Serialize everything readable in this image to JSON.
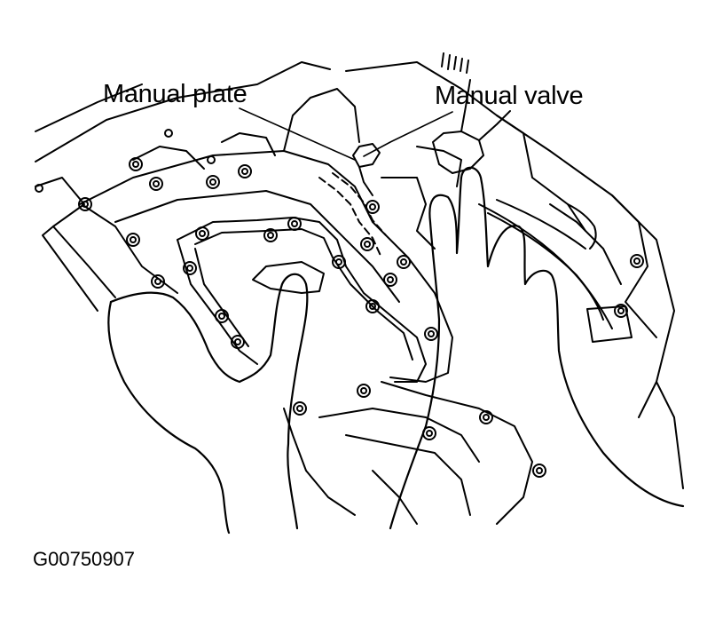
{
  "callouts": {
    "manual_plate": "Manual plate",
    "manual_valve": "Manual valve"
  },
  "figure_id": "G00750907",
  "colors": {
    "line": "#000000",
    "background": "#ffffff"
  }
}
